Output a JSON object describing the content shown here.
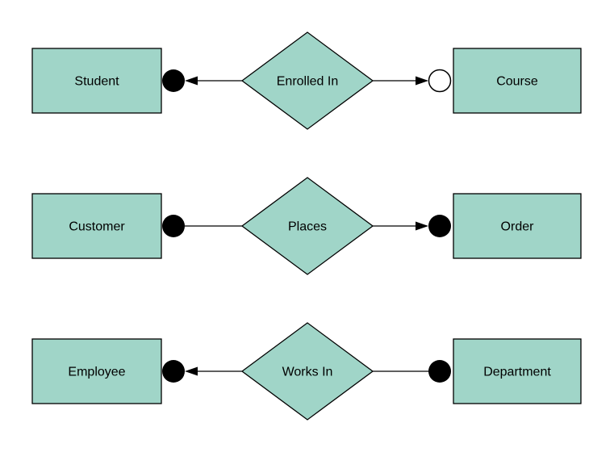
{
  "colors": {
    "background": "#ffffff",
    "shape_fill": "#a0d5c8",
    "shape_stroke": "#000000",
    "connector": "#000000",
    "terminal_fill": "#000000",
    "open_terminal_fill": "#ffffff",
    "text": "#000000"
  },
  "rows": [
    {
      "left_entity": "Student",
      "relationship": "Enrolled In",
      "right_entity": "Course",
      "left_terminal": "filled-circle",
      "left_arrowhead": true,
      "right_terminal": "open-circle",
      "right_arrowhead": true
    },
    {
      "left_entity": "Customer",
      "relationship": "Places",
      "right_entity": "Order",
      "left_terminal": "filled-circle",
      "left_arrowhead": false,
      "right_terminal": "filled-circle",
      "right_arrowhead": true
    },
    {
      "left_entity": "Employee",
      "relationship": "Works In",
      "right_entity": "Department",
      "left_terminal": "filled-circle",
      "left_arrowhead": true,
      "right_terminal": "filled-circle",
      "right_arrowhead": false
    }
  ]
}
